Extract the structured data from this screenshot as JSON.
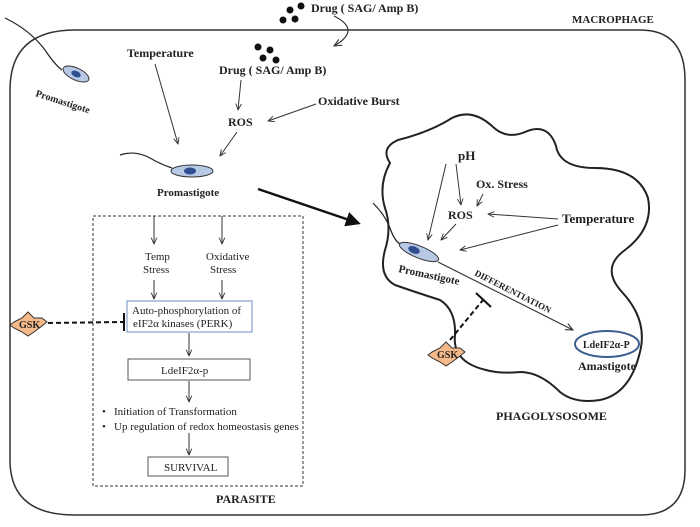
{
  "macrophage_label": "MACROPHAGE",
  "drug_top": "Drug  ( SAG/ Amp B)",
  "drug_inner": "Drug  ( SAG/ Amp B)",
  "promastigote_outside": "Promastigote",
  "temperature_left": "Temperature",
  "oxidative_burst": "Oxidative Burst",
  "ros_left": "ROS",
  "promastigote_center": "Promastigote",
  "parasite_box": {
    "temp_stress_1": "Temp",
    "temp_stress_2": "Stress",
    "ox_stress_1": "Oxidative",
    "ox_stress_2": "Stress",
    "perk_1": "Auto-phosphorylation  of",
    "perk_2": "eIF2α kinases (PERK)",
    "ldeif": "LdeIF2α-p",
    "bullet_1": "Initiation of Transformation",
    "bullet_2": "Up regulation of redox homeostasis genes",
    "survival": "SURVIVAL",
    "label": "PARASITE"
  },
  "gsk_left": "GSK",
  "gsk_right": "GSK",
  "phagolysosome": {
    "ph": "pH",
    "ox_stress": "Ox. Stress",
    "ros": "ROS",
    "temperature": "Temperature",
    "promastigote": "Promastigote",
    "differentiation": "DIFFERENTIATION",
    "ldeif": "LdeIF2α-P",
    "amastigote": "Amastigote",
    "label": "PHAGOLYSOSOME"
  },
  "colors": {
    "parasite_fill": "#b8c9e6",
    "nucleus": "#2f4f8f",
    "gsk_fill": "#f5b98a",
    "perk_border": "#6f8fc0",
    "ldeif_right_border": "#3c5f8f"
  }
}
